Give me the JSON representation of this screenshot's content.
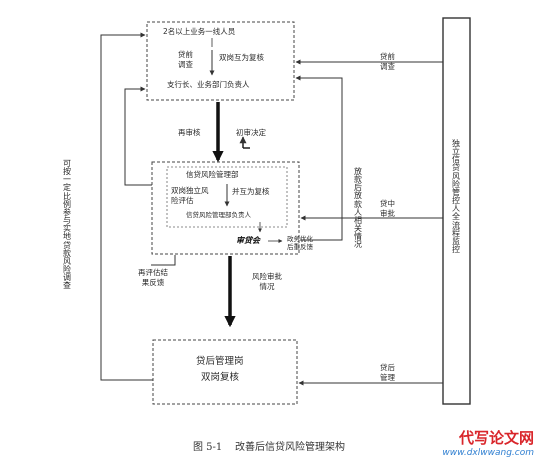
{
  "top_box": {
    "header": "2名以上业务一线人员",
    "left_label": "贷前调查",
    "right_label": "双岗互为复核",
    "footer": "支行长、业务部门负责人"
  },
  "middle_box": {
    "header": "信贷风险管理部",
    "left_label": "双岗独立风险评估",
    "right_label": "并互为复核",
    "footer": "信贷风险管理部负责人",
    "seal_text": "审贷会",
    "side_note": "政务优化后重反馈"
  },
  "bottom_box": {
    "line1": "贷后管理岗",
    "line2": "双岗复核"
  },
  "right_column": {
    "title": "独立信贷风险管控人全流程监控",
    "items": [
      "贷前调查",
      "贷中审批",
      "贷后管理"
    ]
  },
  "flow_labels": {
    "recheck": "再审核",
    "first_decision": "初审决定",
    "re_evaluate_feedback": "再评估结果反馈",
    "risk_approval_status": "风险审批情况",
    "loan_status_vertical": "放款后放款人相关情况",
    "left_vertical": "可按一定比例参与实地贷款风险调查"
  },
  "caption": {
    "number": "图 5-1",
    "text": "改善后信贷风险管理架构"
  },
  "watermark": {
    "brand": "代写论文网",
    "url": "www.dxlwwang.com"
  }
}
